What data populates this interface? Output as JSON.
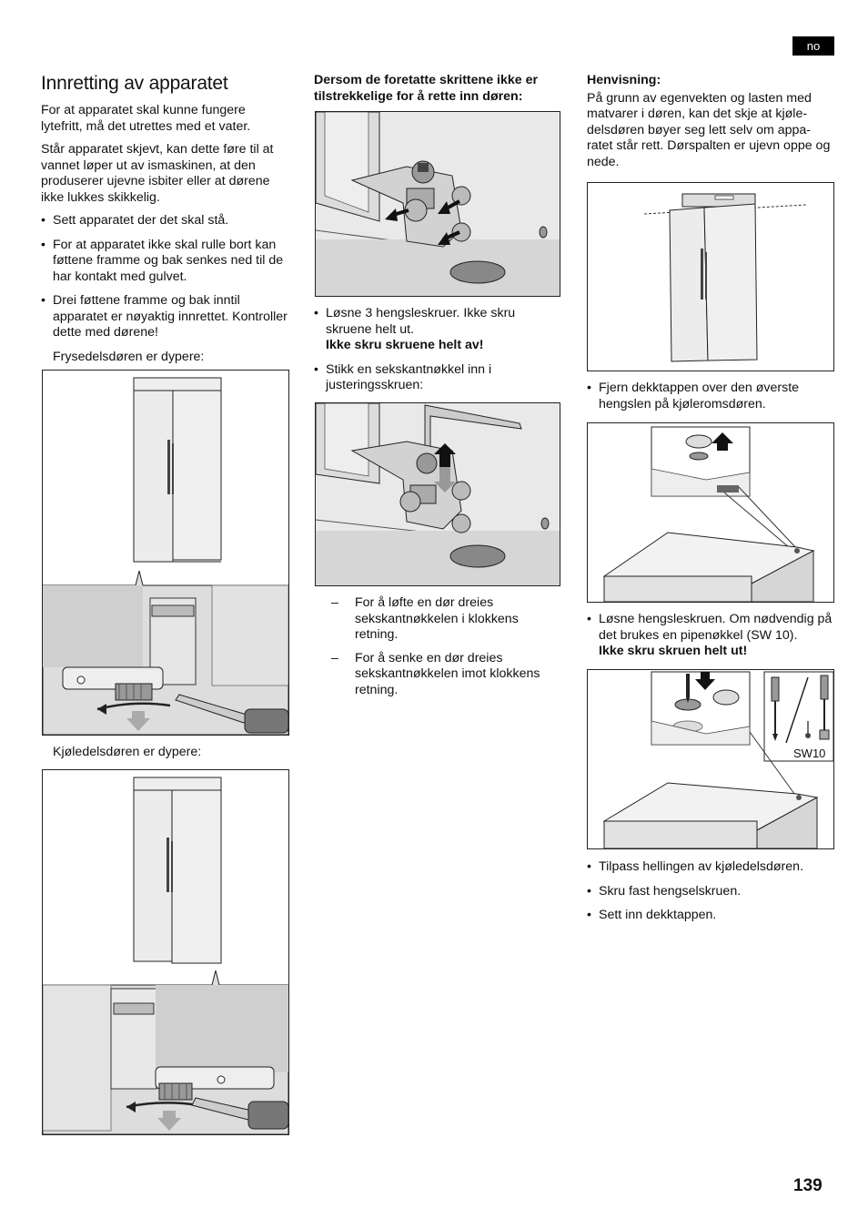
{
  "lang_tag": "no",
  "page_number": "139",
  "col1": {
    "title": "Innretting av apparatet",
    "p1": "For at apparatet skal kunne fungere lytefritt, må det utrettes med et vater.",
    "p2": "Står apparatet skjevt, kan dette føre til at vannet løper ut av ismaskinen, at den produserer ujevne isbiter eller at dørene ikke lukkes skikkelig.",
    "bullets": [
      "Sett apparatet der det skal stå.",
      "For at apparatet ikke skal rulle bort kan føttene framme og bak senkes ned til de har kontakt med gulvet.",
      "Drei føttene framme og bak inntil apparatet er nøyaktig innrettet. Kontroller dette med dørene!"
    ],
    "caption1": "Frysedelsdøren er dypere:",
    "caption2": "Kjøledelsdøren er dypere:"
  },
  "col2": {
    "heading": "Dersom de foretatte skrittene ikke er tilstrekkelige for å rette inn døren:",
    "bullet1": "Løsne 3 hengsleskruer. Ikke skru skruene helt ut.",
    "bullet1_bold": "Ikke skru skruene helt av!",
    "bullet2": "Stikk en sekskantnøkkel inn i justeringsskruen:",
    "dashes": [
      "For å løfte en dør dreies sekskantnøkkelen i klokkens retning.",
      "For å senke en dør dreies sekskantnøkkelen imot klokkens retning."
    ]
  },
  "col3": {
    "heading": "Henvisning:",
    "note": "På grunn av egenvekten og lasten med matvarer i døren, kan det skje at kjøle-delsdøren bøyer seg lett selv om appa-ratet står rett. Dørspalten er ujevn oppe og nede.",
    "bullet1": "Fjern dekktappen over den øverste hengslen på kjøleromsdøren.",
    "bullet2": "Løsne hengsleskruen. Om nødvendig på det brukes en pipenøkkel (SW 10).",
    "bullet2_bold": "Ikke skru skruen helt ut!",
    "tool_label": "SW10",
    "bullets_end": [
      "Tilpass hellingen av kjøledelsdøren.",
      "Skru fast hengselskruen.",
      "Sett inn dekktappen."
    ]
  },
  "colors": {
    "line": "#222222",
    "fill_light": "#eeeeee",
    "fill_mid": "#cccccc",
    "fill_dark": "#555555",
    "tag_bg": "#000000"
  },
  "icons": [
    "fridge-illustration",
    "foot-adjust-illustration",
    "hinge-illustration",
    "hex-key-illustration",
    "spirit-level-illustration",
    "cover-cap-illustration",
    "socket-wrench-icon",
    "screwdriver-icon",
    "arrow-icon"
  ]
}
